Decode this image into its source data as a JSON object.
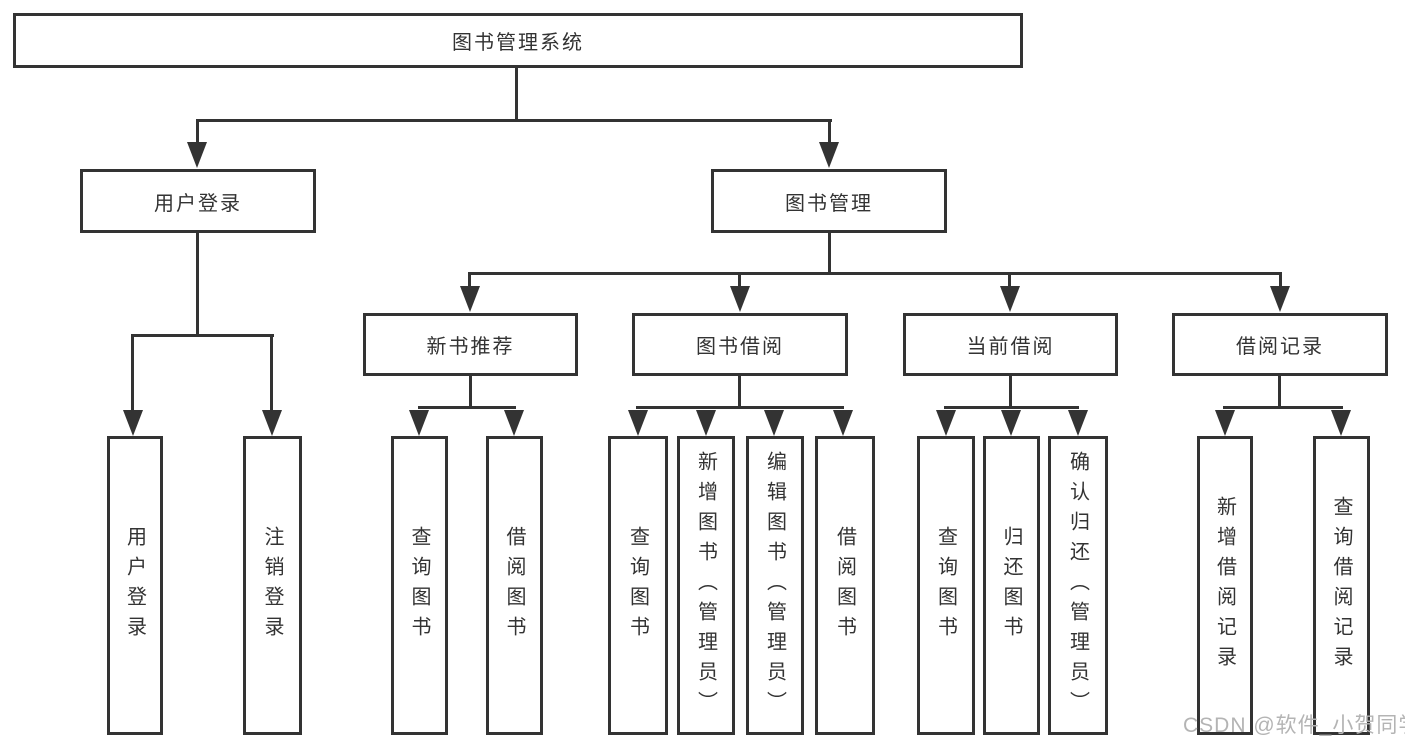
{
  "colors": {
    "line": "#333333",
    "box_border": "#333333",
    "box_fill": "#ffffff",
    "text": "#333333",
    "background": "#ffffff",
    "watermark": "#b4b4b4"
  },
  "watermark": {
    "text": "CSDN @软件_小贺同学"
  },
  "tree": {
    "label": "图书管理系统",
    "children": [
      {
        "label": "用户登录",
        "children": [
          {
            "label": "用户登录"
          },
          {
            "label": "注销登录"
          }
        ]
      },
      {
        "label": "图书管理",
        "children": [
          {
            "label": "新书推荐",
            "children": [
              {
                "label": "查询图书"
              },
              {
                "label": "借阅图书"
              }
            ]
          },
          {
            "label": "图书借阅",
            "children": [
              {
                "label": "查询图书"
              },
              {
                "label": "新增图书（管理员）"
              },
              {
                "label": "编辑图书（管理员）"
              },
              {
                "label": "借阅图书"
              }
            ]
          },
          {
            "label": "当前借阅",
            "children": [
              {
                "label": "查询图书"
              },
              {
                "label": "归还图书"
              },
              {
                "label": "确认归还（管理员）"
              }
            ]
          },
          {
            "label": "借阅记录",
            "children": [
              {
                "label": "新增借阅记录"
              },
              {
                "label": "查询借阅记录"
              }
            ]
          }
        ]
      }
    ]
  }
}
